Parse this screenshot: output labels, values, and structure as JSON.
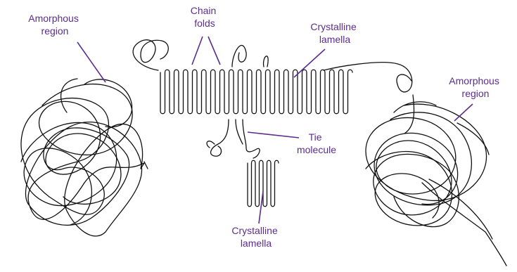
{
  "labels": {
    "amorphous_left": [
      "Amorphous",
      "region"
    ],
    "chain_folds": [
      "Chain",
      "folds"
    ],
    "crystalline_top": [
      "Crystalline",
      "lamella"
    ],
    "amorphous_right": [
      "Amorphous",
      "region"
    ],
    "tie_molecule": [
      "Tie",
      "molecule"
    ],
    "crystalline_bottom": [
      "Crystalline",
      "lamella"
    ]
  },
  "colors": {
    "label": "#5b2d8e",
    "chain": "#111111",
    "background": "#ffffff"
  }
}
